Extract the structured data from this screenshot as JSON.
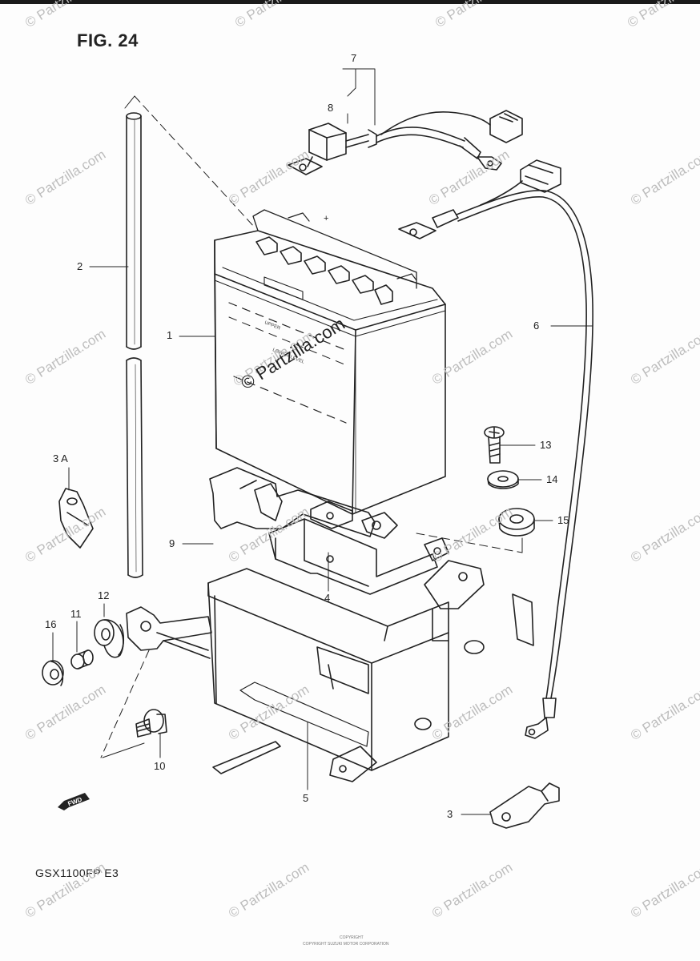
{
  "title": "FIG. 24",
  "model": "GSX1100FP  E3",
  "fwd_label": "FWD",
  "watermark_text": "© Partzilla.com",
  "footer_tiny_1": "COPYRIGHT",
  "footer_tiny_2": "COPYRIGHT SUZUKI MOTOR CORPORATION",
  "battery_text": {
    "upper": "UPPER",
    "lower": "LOWER LEVEL",
    "plus": "+"
  },
  "callouts": [
    {
      "id": "7",
      "text": "7"
    },
    {
      "id": "8",
      "text": "8"
    },
    {
      "id": "2",
      "text": "2"
    },
    {
      "id": "1",
      "text": "1"
    },
    {
      "id": "6",
      "text": "6"
    },
    {
      "id": "13",
      "text": "13"
    },
    {
      "id": "14",
      "text": "14"
    },
    {
      "id": "15",
      "text": "15"
    },
    {
      "id": "3A",
      "text": "3 A"
    },
    {
      "id": "9",
      "text": "9"
    },
    {
      "id": "4",
      "text": "4"
    },
    {
      "id": "12",
      "text": "12"
    },
    {
      "id": "16",
      "text": "16"
    },
    {
      "id": "11",
      "text": "11"
    },
    {
      "id": "10",
      "text": "10"
    },
    {
      "id": "5",
      "text": "5"
    },
    {
      "id": "3",
      "text": "3"
    }
  ],
  "colors": {
    "ink": "#222222",
    "watermark": "#bdbdbd",
    "paper": "#fdfdfd"
  }
}
